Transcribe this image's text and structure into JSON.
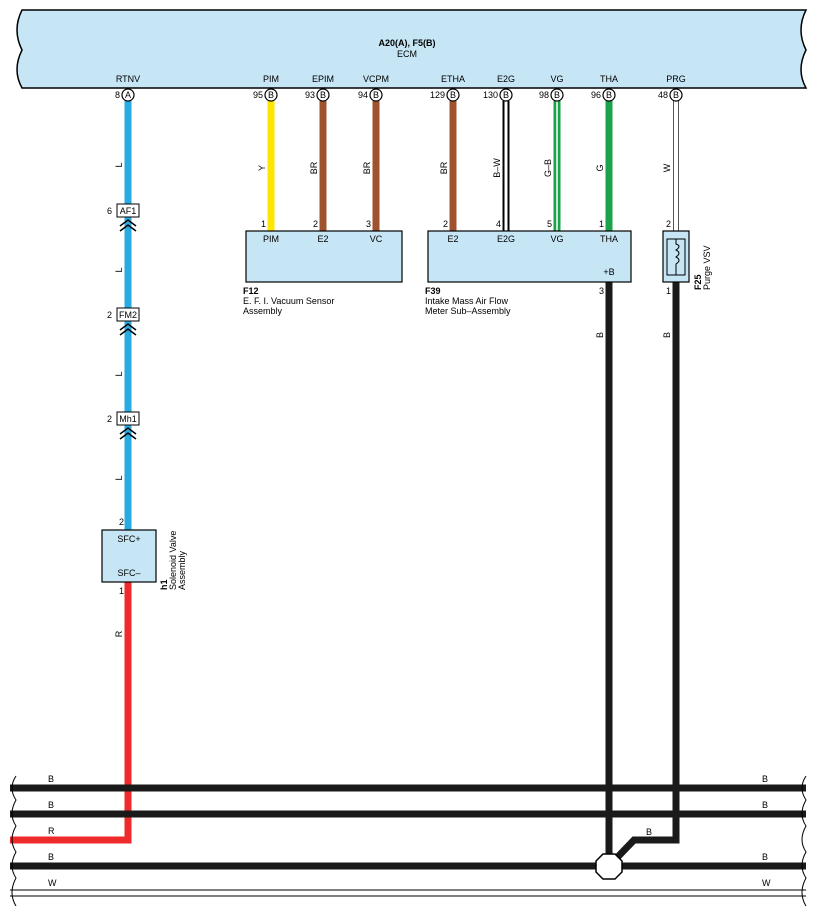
{
  "ecm": {
    "title": "A20(A), F5(B)",
    "name": "ECM",
    "pins": [
      {
        "name": "RTNV",
        "num": "8",
        "conn": "A"
      },
      {
        "name": "PIM",
        "num": "95",
        "conn": "B"
      },
      {
        "name": "EPIM",
        "num": "93",
        "conn": "B"
      },
      {
        "name": "VCPM",
        "num": "94",
        "conn": "B"
      },
      {
        "name": "ETHA",
        "num": "129",
        "conn": "B"
      },
      {
        "name": "E2G",
        "num": "130",
        "conn": "B"
      },
      {
        "name": "VG",
        "num": "98",
        "conn": "B"
      },
      {
        "name": "THA",
        "num": "96",
        "conn": "B"
      },
      {
        "name": "PRG",
        "num": "48",
        "conn": "B"
      }
    ]
  },
  "wire_colors": {
    "L": "#29abe2",
    "Y": "#ffe600",
    "BR": "#a0522d",
    "B_W": "#000000",
    "G_B": "#1aa34a",
    "G": "#1aa34a",
    "W": "#ffffff",
    "B": "#1a1a1a",
    "R": "#ee2a2a"
  },
  "ecm_fill": "#c6e6f6",
  "wires": {
    "rtnv": "L",
    "pim": "Y",
    "epim": "BR",
    "vcpm": "BR",
    "etha": "BR",
    "e2g": "B–W",
    "vg": "G–B",
    "tha": "G",
    "prg": "W",
    "f39_plus_b": "B",
    "f25_out": "B",
    "h1_out": "R",
    "bus_join": "B"
  },
  "connectors": [
    {
      "num": "6",
      "name": "AF1"
    },
    {
      "num": "2",
      "name": "FM2"
    },
    {
      "num": "2",
      "name": "Mh1"
    }
  ],
  "h1": {
    "id": "h1",
    "name_line1": "Solenoid Valve",
    "name_line2": "Assembly",
    "pin_top": "SFC+",
    "pin_bottom": "SFC–",
    "top_num": "2",
    "bottom_num": "1"
  },
  "f12": {
    "id": "F12",
    "name_line1": "E. F. I.  Vacuum Sensor",
    "name_line2": "Assembly",
    "pins": [
      {
        "label": "PIM",
        "num": "1"
      },
      {
        "label": "E2",
        "num": "2"
      },
      {
        "label": "VC",
        "num": "3"
      }
    ]
  },
  "f39": {
    "id": "F39",
    "name_line1": "Intake Mass Air Flow",
    "name_line2": "Meter Sub–Assembly",
    "pins": [
      {
        "label": "E2",
        "num": "2"
      },
      {
        "label": "E2G",
        "num": "4"
      },
      {
        "label": "VG",
        "num": "5"
      },
      {
        "label": "THA",
        "num": "1"
      }
    ],
    "plus_b_label": "+B",
    "plus_b_num": "3"
  },
  "f25": {
    "id": "F25",
    "name": "Purge VSV",
    "top_num": "2",
    "bottom_num": "1"
  },
  "buses": [
    {
      "label_left": "B",
      "label_right": "B",
      "color": "B"
    },
    {
      "label_left": "B",
      "label_right": "B",
      "color": "B"
    },
    {
      "label_left": "R",
      "label_right": "",
      "color": "R"
    },
    {
      "label_left": "B",
      "label_right": "B",
      "color": "B"
    },
    {
      "label_left": "W",
      "label_right": "W",
      "color": "W"
    }
  ]
}
